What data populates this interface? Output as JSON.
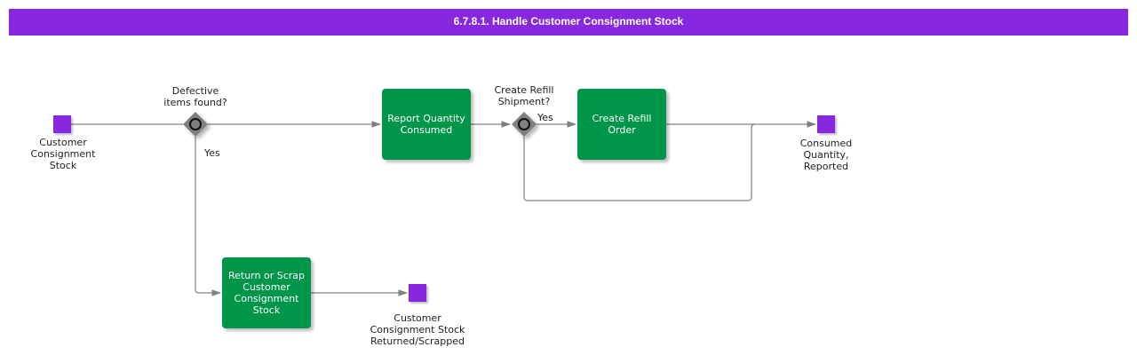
{
  "header": {
    "title": "6.7.8.1. Handle Customer Consignment Stock"
  },
  "colors": {
    "header": "#8728e0",
    "task": "#00964a",
    "event": "#8728e0",
    "gateway": "#808080",
    "connector": "#808080"
  },
  "events": [
    {
      "id": "start",
      "label": [
        "Customer",
        "Consignment",
        "Stock"
      ]
    },
    {
      "id": "end-consumed",
      "label": [
        "Consumed",
        "Quantity,",
        "Reported"
      ]
    },
    {
      "id": "end-returned",
      "label": [
        "Customer",
        "Consignment Stock",
        "Returned/Scrapped"
      ]
    }
  ],
  "gateways": [
    {
      "id": "defective",
      "label": [
        "Defective",
        "items found?"
      ],
      "branch_label": "Yes"
    },
    {
      "id": "refill",
      "label": [
        "Create Refill",
        "Shipment?"
      ],
      "branch_label": "Yes"
    }
  ],
  "tasks": [
    {
      "id": "report",
      "label": [
        "Report Quantity",
        "Consumed"
      ]
    },
    {
      "id": "create-refill",
      "label": [
        "Create Refill",
        "Order"
      ]
    },
    {
      "id": "return-scrap",
      "label": [
        "Return or Scrap",
        "Customer",
        "Consignment",
        "Stock"
      ]
    }
  ]
}
